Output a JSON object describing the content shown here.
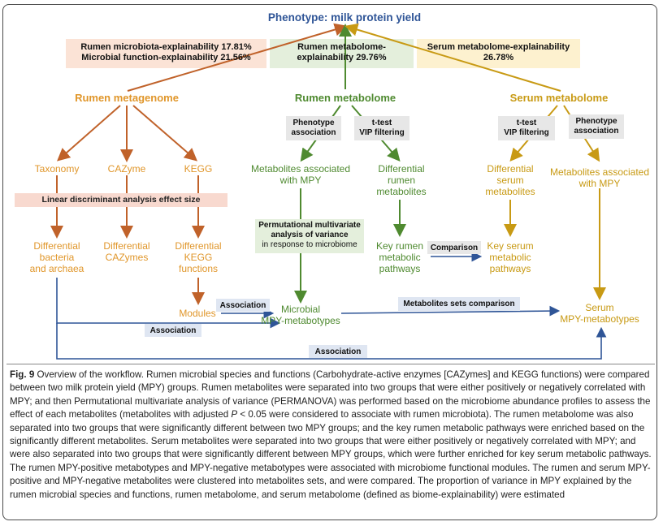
{
  "figure": {
    "phenotype_title": "Phenotype: milk protein yield",
    "explainability": {
      "rumen_microbiota": "Rumen microbiota-explainability 17.81%",
      "microbial_function": "Microbial function-explainability 21.56%",
      "rumen_metabolome_line1": "Rumen metabolome-",
      "rumen_metabolome_line2": "explainability 29.76%",
      "serum_line1": "Serum metabolome-explainability",
      "serum_line2": "26.78%"
    },
    "columns": {
      "rumen_metagenome": "Rumen metagenome",
      "rumen_metabolome": "Rumen metabolome",
      "serum_metabolome": "Serum metabolome"
    },
    "metagenome": {
      "taxonomy": "Taxonomy",
      "cazyme": "CAZyme",
      "kegg": "KEGG",
      "lda_box": "Linear discriminant analysis effect size",
      "diff_bacteria_1": "Differential",
      "diff_bacteria_2": "bacteria",
      "diff_bacteria_3": "and archaea",
      "diff_cazymes_1": "Differential",
      "diff_cazymes_2": "CAZymes",
      "diff_kegg_1": "Differential",
      "diff_kegg_2": "KEGG",
      "diff_kegg_3": "functions",
      "modules": "Modules"
    },
    "rumen_metabolome": {
      "phenotype_assoc_1": "Phenotype",
      "phenotype_assoc_2": "association",
      "ttest_1": "t-test",
      "ttest_2": "VIP filtering",
      "metabolites_mpy_1": "Metabolites associated",
      "metabolites_mpy_2": "with MPY",
      "diff_rumen_1": "Differential",
      "diff_rumen_2": "rumen",
      "diff_rumen_3": "metabolites",
      "permanova_1": "Permutational multivariate",
      "permanova_2": "analysis of variance",
      "permanova_3": "in response to microbiome",
      "key_rumen_1": "Key rumen",
      "key_rumen_2": "metabolic",
      "key_rumen_3": "pathways",
      "comparison": "Comparison",
      "microbial_mpy_1": "Microbial",
      "microbial_mpy_2": "MPY-metabotypes"
    },
    "serum": {
      "ttest_1": "t-test",
      "ttest_2": "VIP filtering",
      "phenotype_assoc_1": "Phenotype",
      "phenotype_assoc_2": "association",
      "diff_serum_1": "Differential",
      "diff_serum_2": "serum",
      "diff_serum_3": "metabolites",
      "metabolites_mpy_1": "Metabolites associated",
      "metabolites_mpy_2": "with MPY",
      "key_serum_1": "Key serum",
      "key_serum_2": "metabolic",
      "key_serum_3": "pathways",
      "serum_mpy_1": "Serum",
      "serum_mpy_2": "MPY-metabotypes"
    },
    "links": {
      "association_modules": "Association",
      "association_bacteria": "Association",
      "association_bottom": "Association",
      "metabolites_sets_comparison": "Metabolites sets comparison"
    },
    "colors": {
      "orange": "#e0962a",
      "rust": "#c0622a",
      "green": "#4f8a30",
      "olive": "#c89a14",
      "blue": "#2f5597"
    }
  },
  "caption": {
    "fig_label": "Fig. 9",
    "text_part1": "Overview of the workflow. Rumen microbial species and functions (Carbohydrate-active enzymes [CAZymes] and KEGG functions) were compared between two milk protein yield (MPY) groups. Rumen metabolites were separated into two groups that were either positively or negatively correlated with MPY; and then Permutational multivariate analysis of variance (PERMANOVA) was performed based on the microbiome abundance profiles to assess the effect of each metabolites (metabolites with adjusted ",
    "p_symbol": "P",
    "text_part2": " < 0.05 were considered to associate with rumen microbiota). The rumen metabolome was also separated into two groups that were significantly different between two MPY groups; and the key rumen metabolic pathways were enriched based on the significantly different metabolites. Serum metabolites were separated into two groups that were either positively or negatively correlated with MPY; and were also separated into two groups that were significantly different between MPY groups, which were further enriched for key serum metabolic pathways. The rumen MPY-positive metabotypes and MPY-negative metabotypes were associated with microbiome functional modules. The rumen and serum MPY-positive and MPY-negative metabolites were clustered into metabolites sets, and were compared. The proportion of variance in MPY explained by the rumen microbial species and functions, rumen metabolome, and serum metabolome (defined as biome-explainability) were estimated"
  }
}
